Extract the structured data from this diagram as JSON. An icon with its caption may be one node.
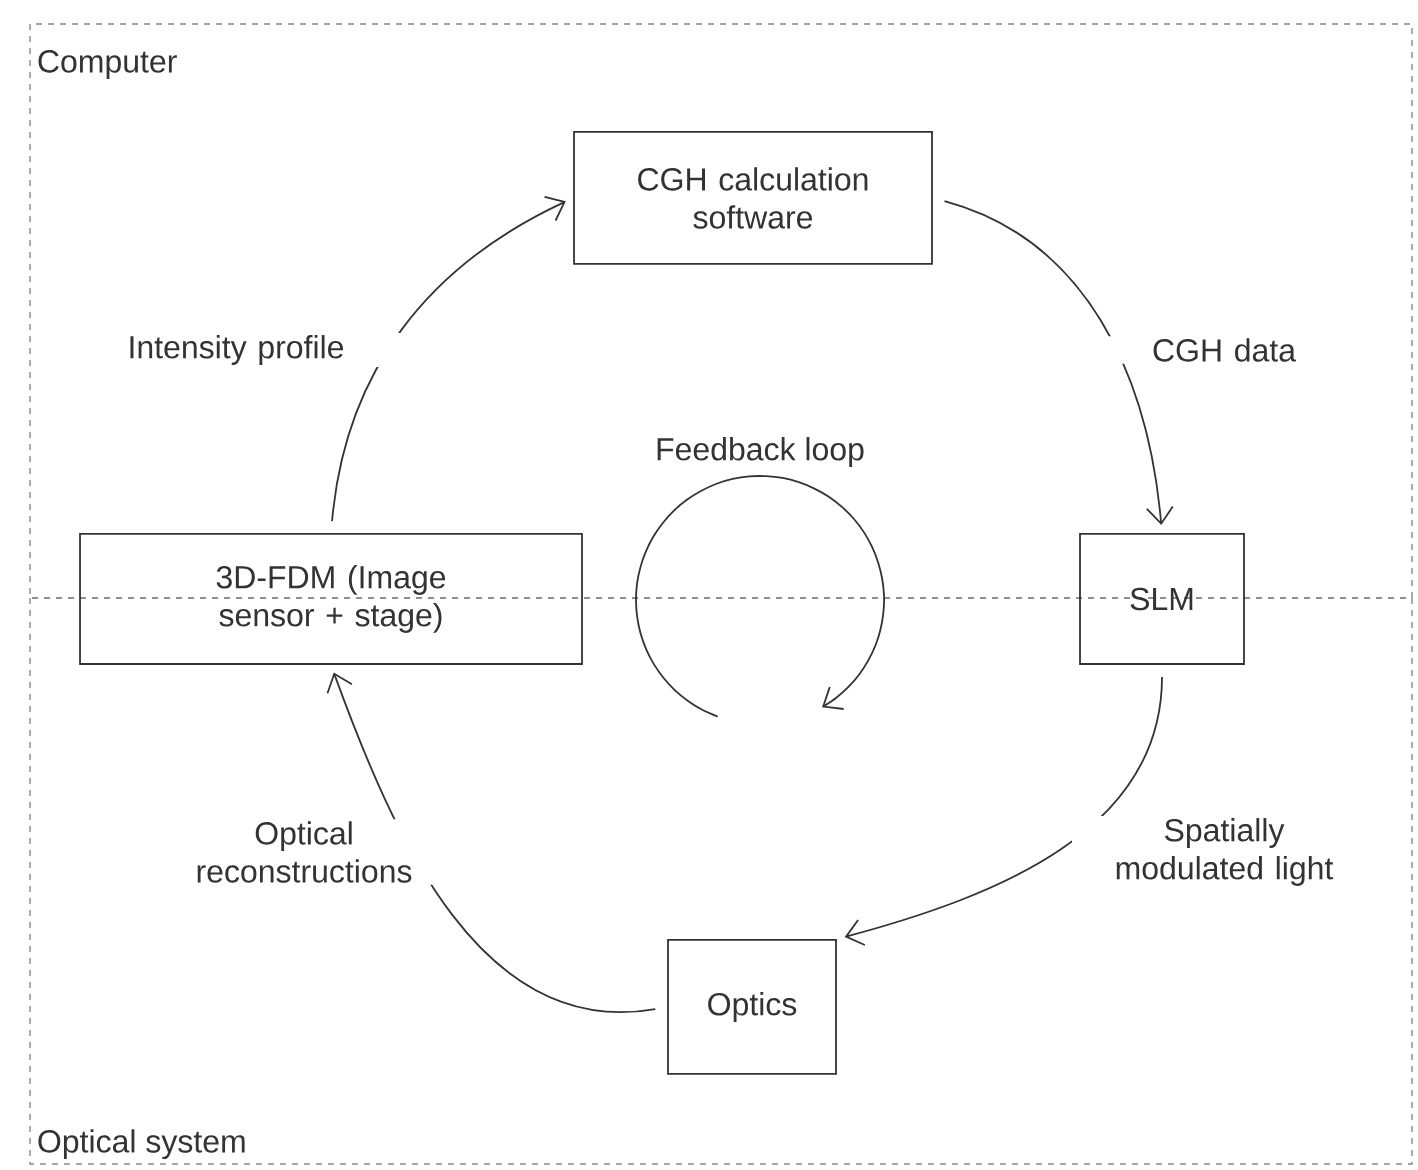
{
  "diagram": {
    "nodes": [
      {
        "text": [
          "Computer"
        ]
      },
      {
        "text": [
          "Optical system"
        ]
      },
      {
        "text": [
          "CGH calculation software"
        ],
        "in": 0
      },
      {
        "text": [
          "SLM"
        ]
      },
      {
        "text": [
          "Optics"
        ],
        "in": 1
      },
      {
        "text": [
          "3D-FDM (Image sensor + stage)"
        ]
      }
    ],
    "edges": [
      {
        "from": 2,
        "to": 3,
        "arrow": "to",
        "label": "CGH data"
      },
      {
        "from": 3,
        "to": 4,
        "arrow": "to",
        "label": "Spatially modulated light"
      },
      {
        "from": 4,
        "to": 5,
        "arrow": "to",
        "label": "Optical reconstructions"
      },
      {
        "from": 5,
        "to": 2,
        "arrow": "to",
        "label": "Intensity profile"
      }
    ],
    "labels": [
      "Feedback loop"
    ]
  }
}
